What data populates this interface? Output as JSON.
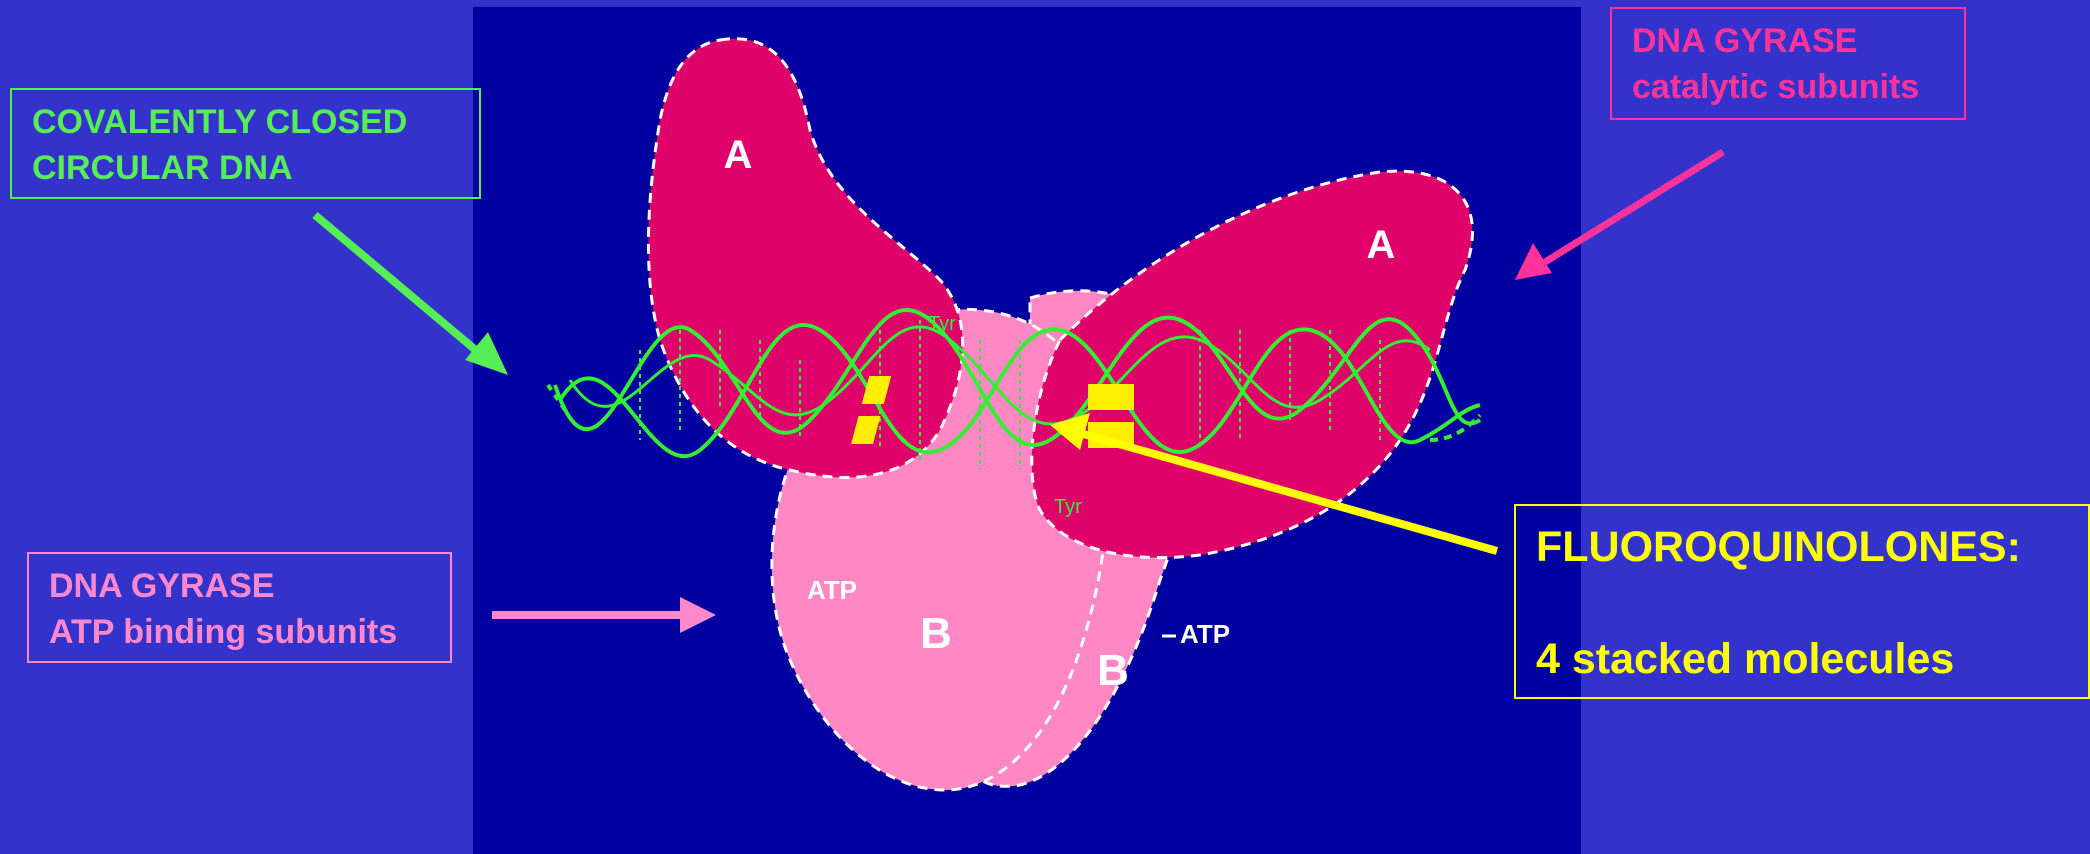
{
  "callouts": {
    "dna": {
      "line1": "COVALENTLY CLOSED",
      "line2": "CIRCULAR DNA"
    },
    "catalytic": {
      "line1": "DNA GYRASE",
      "line2": "catalytic subunits"
    },
    "atp_binding": {
      "line1": "DNA GYRASE",
      "line2": "ATP binding subunits"
    },
    "fluoroquinolones": {
      "line1": "FLUOROQUINOLONES:",
      "line2": "4 stacked molecules"
    }
  },
  "labels": {
    "subunit_a_left": "A",
    "subunit_a_right": "A",
    "subunit_b_front": "B",
    "subunit_b_back": "B",
    "atp_left": "ATP",
    "atp_right": "ATP",
    "tyr_top": "Tyr",
    "tyr_bottom": "Tyr"
  },
  "colors": {
    "background": "#3333cc",
    "panel": "#0000a0",
    "subunit_a": "#e0006a",
    "subunit_b": "#ff88c4",
    "dna": "#33ee33",
    "drug": "#ffee00",
    "arrow_dna": "#55ee55",
    "arrow_catalytic": "#ff3399",
    "arrow_atp": "#ff88cc",
    "arrow_drug": "#ffff00"
  }
}
